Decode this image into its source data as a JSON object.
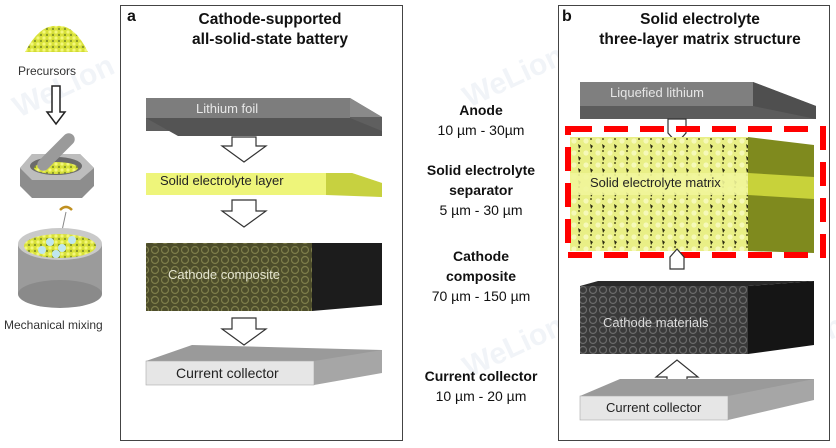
{
  "process": {
    "precursors_label": "Precursors",
    "mixing_label": "Mechanical mixing",
    "icons": [
      "powder-pile-icon",
      "down-arrow-icon",
      "mortar-pestle-icon",
      "ball-mill-icon"
    ]
  },
  "panel_a": {
    "letter": "a",
    "title_line1": "Cathode-supported",
    "title_line2": "all-solid-state battery",
    "layers": {
      "lithium_foil": "Lithium foil",
      "electrolyte_layer": "Solid electrolyte layer",
      "cathode_composite": "Cathode composite",
      "current_collector": "Current collector"
    }
  },
  "specs": [
    {
      "title": "Anode",
      "range": "10 µm - 30µm"
    },
    {
      "title_line1": "Solid electrolyte",
      "title_line2": "separator",
      "range": "5 µm - 30 µm"
    },
    {
      "title_line1": "Cathode",
      "title_line2": "composite",
      "range": "70 µm - 150 µm"
    },
    {
      "title": "Current collector",
      "range": "10 µm - 20 µm"
    }
  ],
  "panel_b": {
    "letter": "b",
    "title_line1": "Solid electrolyte",
    "title_line2": "three-layer matrix structure",
    "layers": {
      "liquefied_lithium": "Liquefied lithium",
      "electrolyte_matrix": "Solid electrolyte matrix",
      "cathode_materials": "Cathode materials",
      "current_collector": "Current collector"
    }
  },
  "watermark": "WeLion",
  "colors": {
    "lithium": "#7a7a7a",
    "electrolyte": "#eef57a",
    "electrolyte_side": "#b8c23a",
    "cathode": "#55552f",
    "cathode_side": "#1e1e1e",
    "collector": "#e6e6e6",
    "highlight": "#ff0000"
  }
}
